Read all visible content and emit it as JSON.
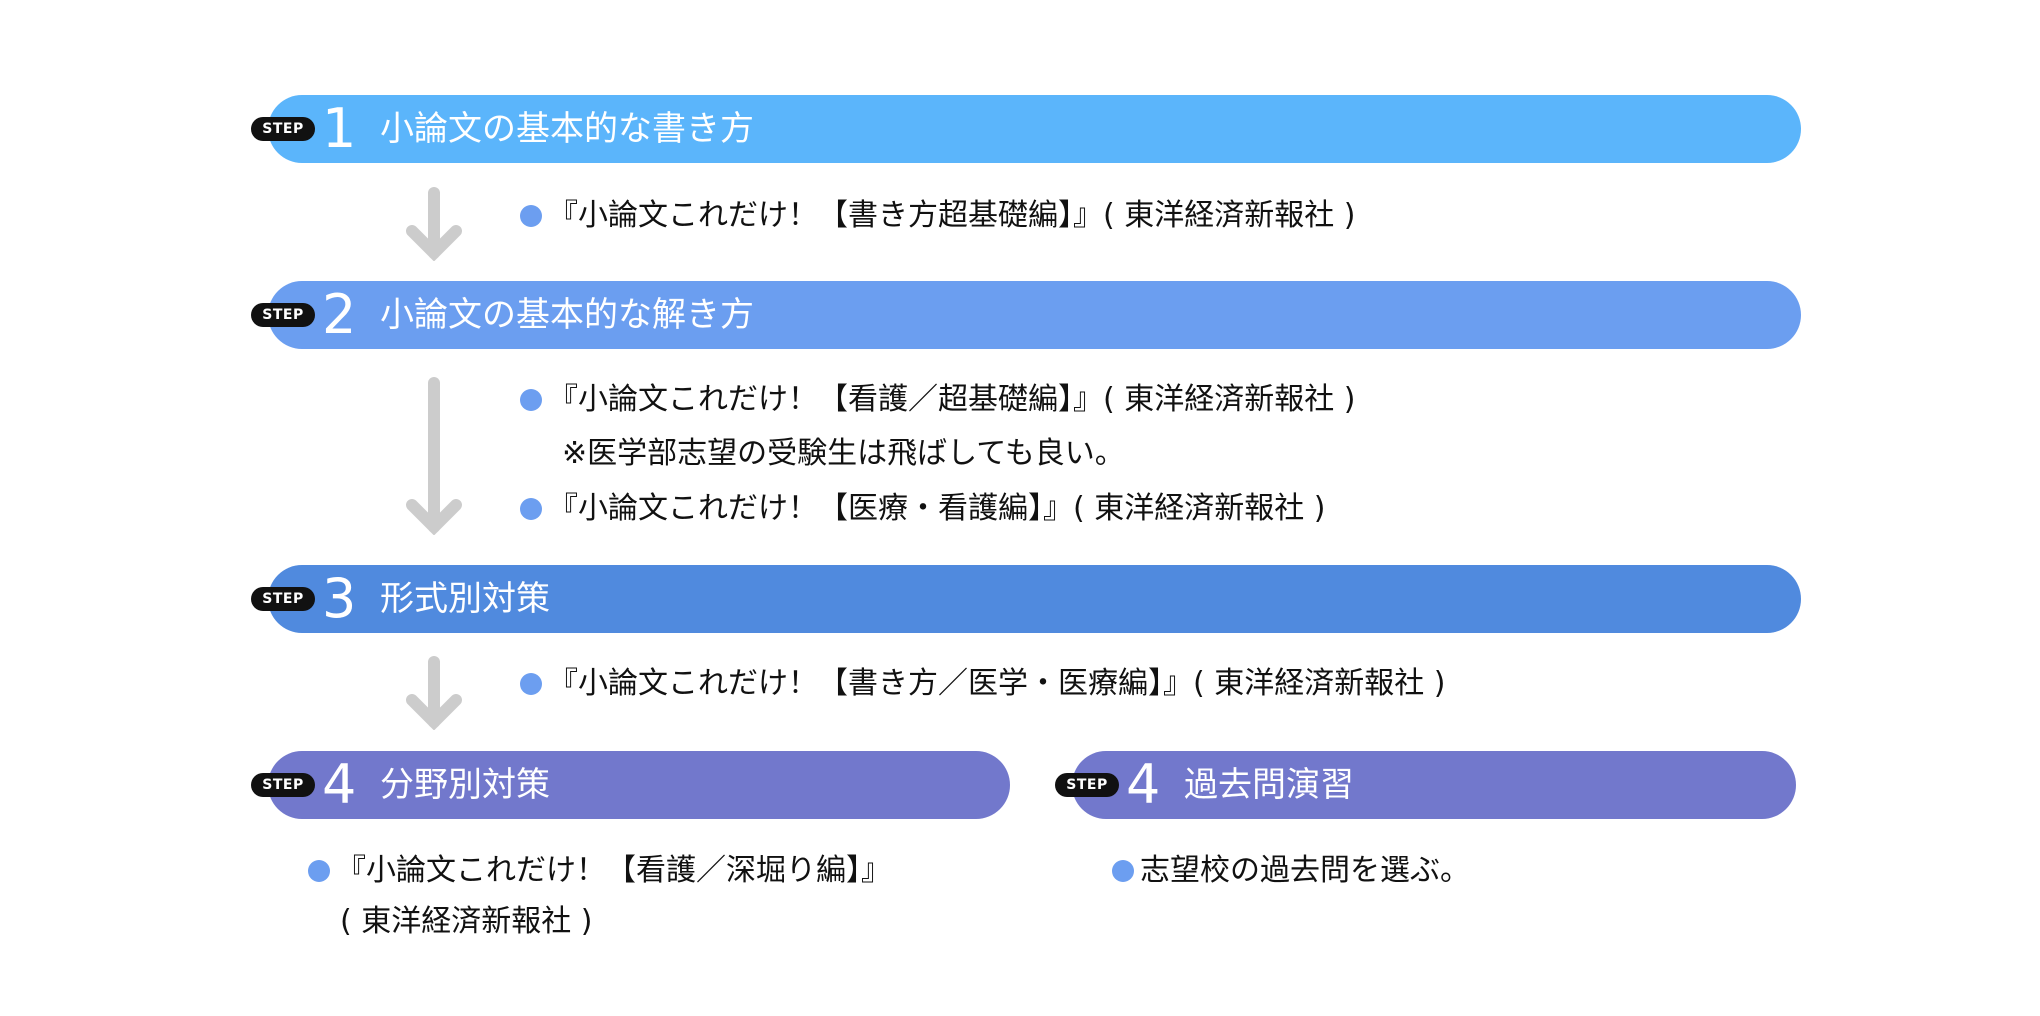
{
  "badge_label": "STEP",
  "colors": {
    "step1": "#5bb5fb",
    "step2": "#6b9ef0",
    "step3": "#508ade",
    "step4": "#7278cc",
    "bullet": "#6c9ef0",
    "arrow": "#cccccc"
  },
  "steps": [
    {
      "number": "1",
      "title": "小論文の基本的な書き方",
      "items": [
        "『小論文これだけ！【書き方超基礎編】』( 東洋経済新報社 )"
      ]
    },
    {
      "number": "2",
      "title": "小論文の基本的な解き方",
      "items": [
        "『小論文これだけ！【看護／超基礎編】』( 東洋経済新報社 )",
        "『小論文これだけ！【医療・看護編】』( 東洋経済新報社 )"
      ],
      "note": "※医学部志望の受験生は飛ばしても良い。"
    },
    {
      "number": "3",
      "title": "形式別対策",
      "items": [
        "『小論文これだけ！【書き方／医学・医療編】』( 東洋経済新報社 )"
      ]
    },
    {
      "number": "4",
      "title": "分野別対策",
      "items": [
        "『小論文これだけ！【看護／深堀り編】』"
      ],
      "continuation": "( 東洋経済新報社 )"
    },
    {
      "number": "4",
      "title": "過去問演習",
      "items": [
        "志望校の過去問を選ぶ。"
      ]
    }
  ]
}
